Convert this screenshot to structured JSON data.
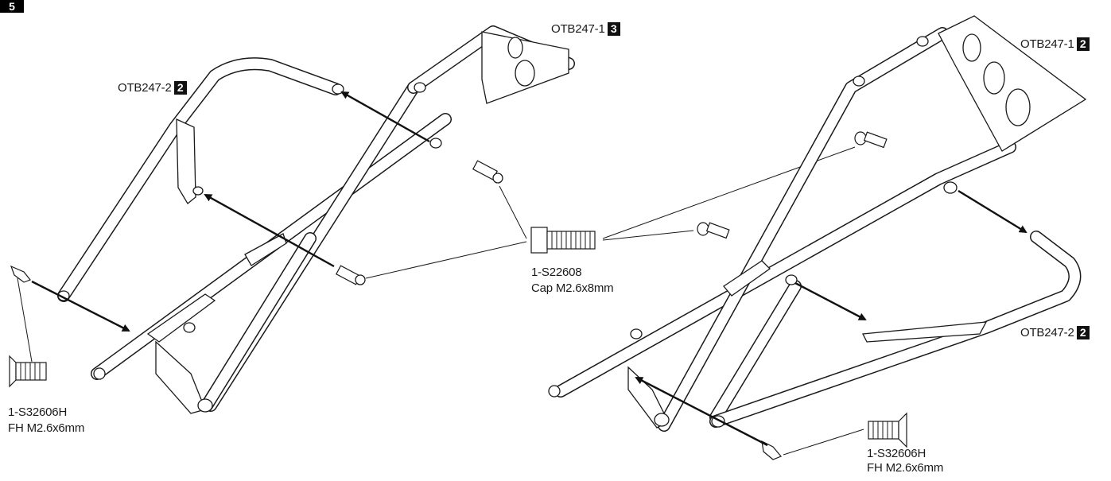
{
  "step_number": "5",
  "left_assembly": {
    "part_top": {
      "code": "OTB247-1",
      "badge": "3"
    },
    "part_bar": {
      "code": "OTB247-2",
      "badge": "2"
    },
    "screw_fh": {
      "part": "1-S32606H",
      "spec": "FH M2.6x6mm"
    }
  },
  "shared_screw_cap": {
    "part": "1-S22608",
    "spec": "Cap M2.6x8mm"
  },
  "right_assembly": {
    "part_top": {
      "code": "OTB247-1",
      "badge": "2"
    },
    "part_bar": {
      "code": "OTB247-2",
      "badge": "2"
    },
    "screw_fh": {
      "part": "1-S32606H",
      "spec": "FH M2.6x6mm"
    }
  },
  "icons": [
    "screw-cap-icon",
    "screw-flat-head-icon",
    "arrow-icon"
  ]
}
